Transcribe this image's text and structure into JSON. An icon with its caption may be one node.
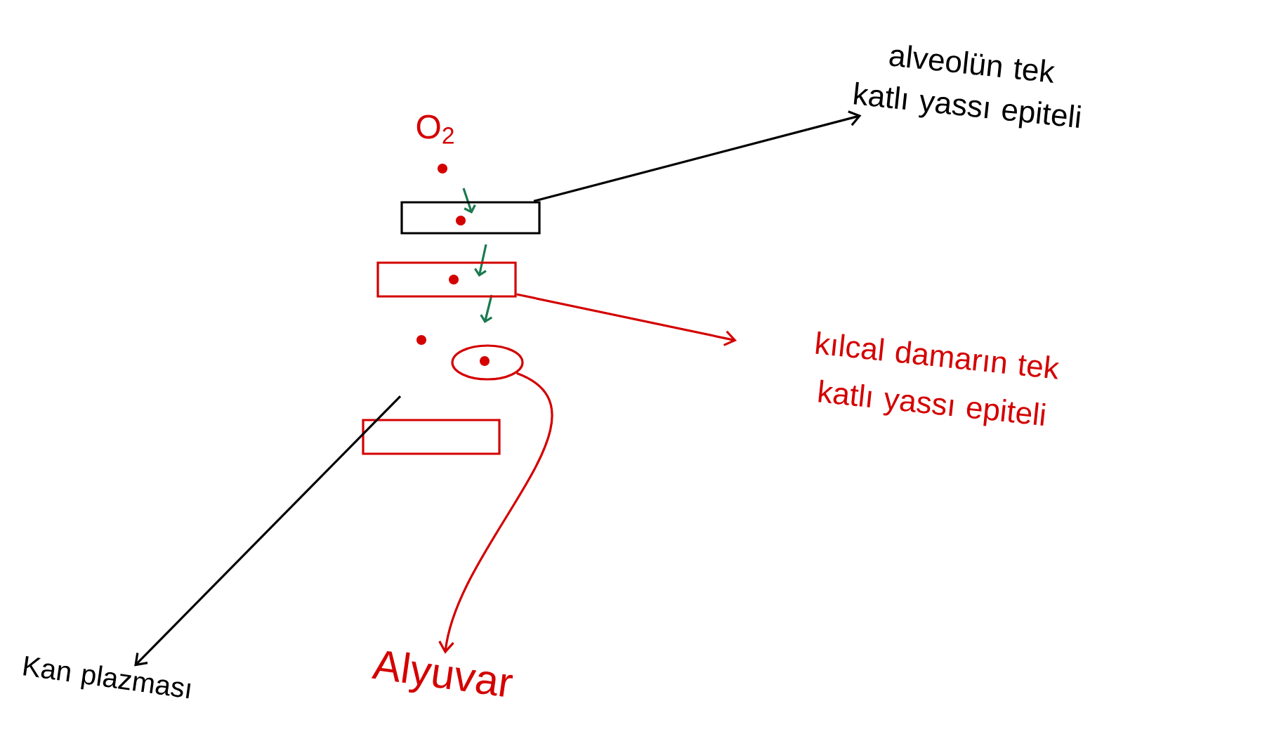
{
  "diagram": {
    "nodes": [
      {
        "text": [],
        "shape": "box"
      },
      {
        "text": [],
        "shape": "box"
      },
      {
        "text": [],
        "shape": "circle"
      },
      {
        "text": [],
        "shape": "box"
      },
      {
        "text": [
          "alveolün tek katlı yassı epiteli"
        ]
      },
      {
        "text": [
          "kılcal damarın tek katlı yassı epiteli"
        ]
      },
      {
        "text": [
          "Kan plazması"
        ]
      },
      {
        "text": [
          "Alyuvar"
        ]
      }
    ],
    "edges": [
      {
        "from": 0,
        "to": 4,
        "arrow": "to"
      },
      {
        "from": 1,
        "to": 5,
        "arrow": "to",
        "color": "#d40000"
      },
      {
        "from": null,
        "to": 6,
        "arrow": "to"
      },
      {
        "from": 2,
        "to": 7,
        "arrow": "to",
        "color": "#d40000"
      }
    ],
    "labels": [
      "O$_{2}$"
    ]
  }
}
